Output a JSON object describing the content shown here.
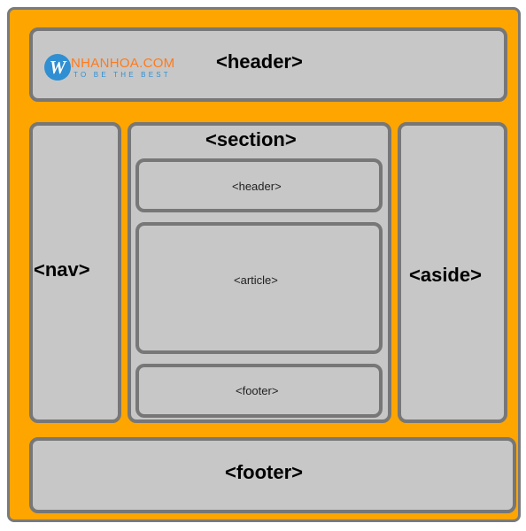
{
  "logo": {
    "letter": "W",
    "name": "NHANHOA.COM",
    "tagline": "TO BE THE BEST"
  },
  "page": {
    "header_label": "<header>",
    "nav_label": "<nav>",
    "section_label": "<section>",
    "aside_label": "<aside>",
    "footer_label": "<footer>"
  },
  "section": {
    "header_label": "<header>",
    "article_label": "<article>",
    "footer_label": "<footer>"
  },
  "colors": {
    "background": "#ffa500",
    "box_fill": "#c7c7c7",
    "box_border": "#777777",
    "logo_blue": "#2f8fd2",
    "logo_orange": "#ff7a1a"
  }
}
